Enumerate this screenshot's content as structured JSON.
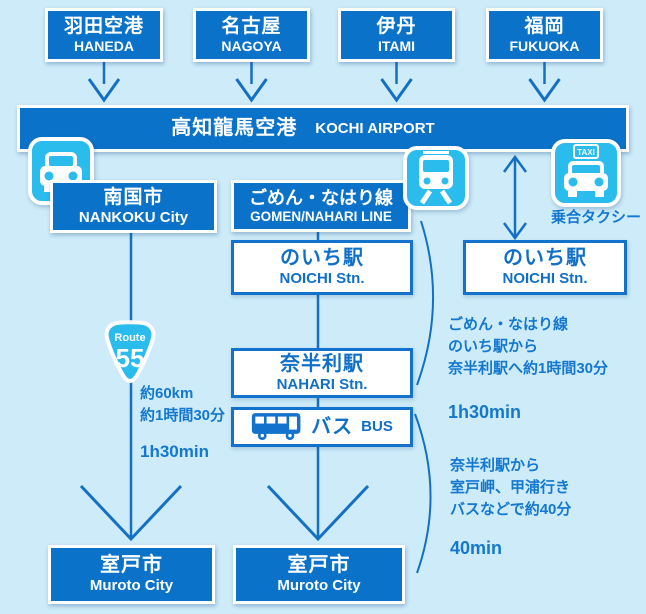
{
  "colors": {
    "background": "#cdebf8",
    "box_blue": "#0a72c8",
    "icon_blue": "#2bbcee",
    "line_blue": "#1470c4",
    "note_text_blue": "#1478d0",
    "station_text_blue": "#1070c8"
  },
  "origins": [
    {
      "jp": "羽田空港",
      "en": "HANEDA"
    },
    {
      "jp": "名古屋",
      "en": "NAGOYA"
    },
    {
      "jp": "伊丹",
      "en": "ITAMI"
    },
    {
      "jp": "福岡",
      "en": "FUKUOKA"
    }
  ],
  "airport": {
    "jp": "高知龍馬空港",
    "en": "KOCHI AIRPORT"
  },
  "car_route": {
    "city": {
      "jp": "南国市",
      "en": "NANKOKU City"
    },
    "route_shield": {
      "label": "Route",
      "number": "55"
    },
    "distance": "約60km",
    "duration_jp": "約1時間30分",
    "duration_en": "1h30min"
  },
  "train_route": {
    "line": {
      "jp": "ごめん・なはり線",
      "en": "GOMEN/NAHARI LINE"
    },
    "noichi": {
      "jp": "のいち駅",
      "en": "NOICHI Stn."
    },
    "nahari": {
      "jp": "奈半利駅",
      "en": "NAHARI Stn."
    },
    "bus": {
      "jp": "バス",
      "en": "BUS"
    }
  },
  "taxi_route": {
    "label": "乗合タクシー",
    "sign": "TAXI",
    "noichi": {
      "jp": "のいち駅",
      "en": "NOICHI Stn."
    }
  },
  "destination": {
    "jp": "室戸市",
    "en": "Muroto City"
  },
  "notes": {
    "train": {
      "lines": [
        "ごめん・なはり線",
        "のいち駅から",
        "奈半利駅へ約1時間30分"
      ],
      "time": "1h30min"
    },
    "bus": {
      "lines": [
        "奈半利駅から",
        "室戸岬、甲浦行き",
        "バスなどで約40分"
      ],
      "time": "40min"
    }
  }
}
